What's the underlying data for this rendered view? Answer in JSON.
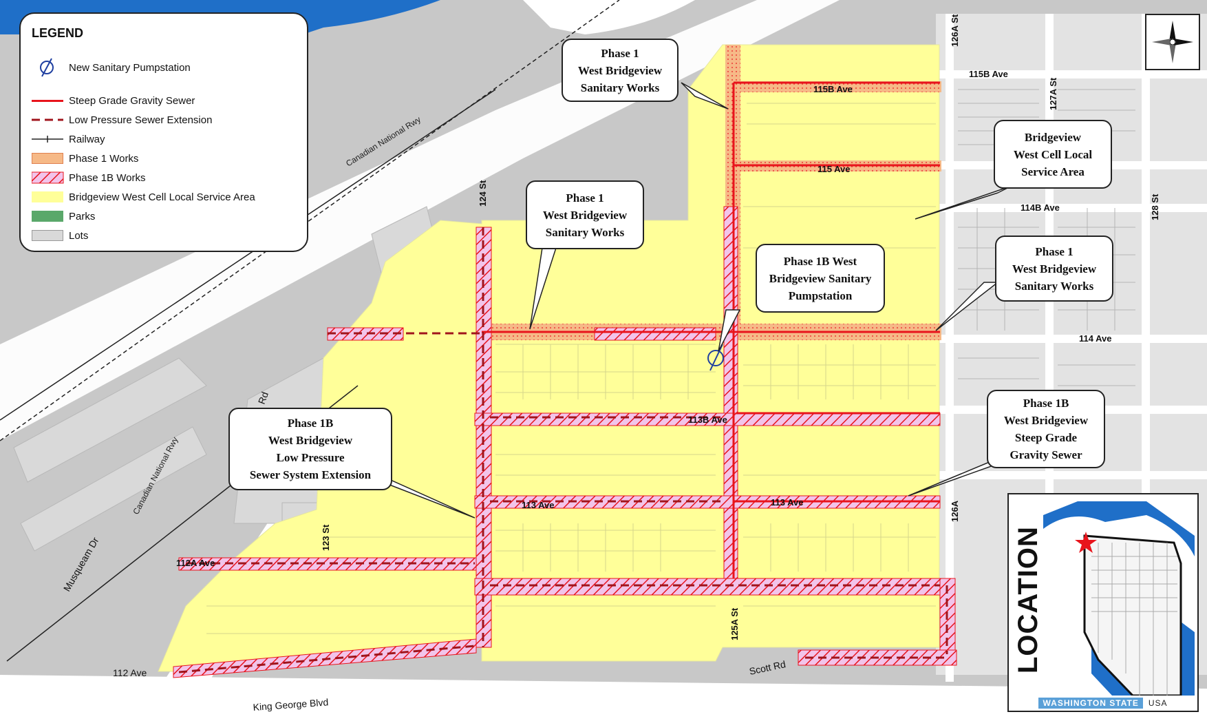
{
  "legend": {
    "title": "LEGEND",
    "items": [
      {
        "label": "New Sanitary Pumpstation",
        "symbol": "pumpstation-icon"
      },
      {
        "label": "Steep Grade Gravity Sewer",
        "symbol": "solid-red-line"
      },
      {
        "label": "Low Pressure Sewer Extension",
        "symbol": "dashed-red-line"
      },
      {
        "label": "Railway",
        "symbol": "railway-line"
      },
      {
        "label": "Phase 1 Works",
        "symbol": "orange-swatch"
      },
      {
        "label": "Phase 1B Works",
        "symbol": "hatched-pink-swatch"
      },
      {
        "label": "Bridgeview West Cell Local Service Area",
        "symbol": "yellow-swatch"
      },
      {
        "label": "Parks",
        "symbol": "green-swatch"
      },
      {
        "label": "Lots",
        "symbol": "gray-swatch"
      }
    ]
  },
  "callouts": {
    "phase1_top": [
      "Phase 1",
      "West Bridgeview",
      "Sanitary Works"
    ],
    "phase1_mid": [
      "Phase 1",
      "West Bridgeview",
      "Sanitary Works"
    ],
    "phase1_right": [
      "Phase 1",
      "West Bridgeview",
      "Sanitary Works"
    ],
    "service_area": [
      "Bridgeview",
      "West Cell Local",
      "Service Area"
    ],
    "pumpstation": [
      "Phase 1B West",
      "Bridgeview Sanitary",
      "Pumpstation"
    ],
    "phase1b_low": [
      "Phase 1B",
      "West Bridgeview",
      "Low Pressure",
      "Sewer System Extension"
    ],
    "phase1b_steep": [
      "Phase 1B",
      "West Bridgeview",
      "Steep Grade",
      "Gravity Sewer"
    ]
  },
  "streets": {
    "s126a_top": "126A St",
    "s115b_right": "115B Ave",
    "s127a": "127A St",
    "s115b": "115B Ave",
    "s115": "115 Ave",
    "s114b": "114B Ave",
    "s128": "128 St",
    "s124": "124 St",
    "s114": "114 Ave",
    "s113b": "113B Ave",
    "s113_left": "113 Ave",
    "s113_right": "113 Ave",
    "s126a_bottom": "126A",
    "s123": "123 St",
    "s112a": "112A Ave",
    "s125a": "125A St",
    "s112": "112 Ave",
    "scott": "Scott Rd",
    "king_george": "King George Blvd",
    "musqueam": "Musqueam Dr",
    "rd": "Rd",
    "cn_top": "Canadian National Rwy",
    "cn_mid": "Canadian National Rwy"
  },
  "inset": {
    "title": "LOCATION",
    "state": "WASHINGTON STATE",
    "country": "USA"
  },
  "colors": {
    "background_gray": "#c8c8c8",
    "street": "#ffffff",
    "service_area_yellow": "#ffff99",
    "phase1_orange": "#f6b987",
    "phase1b_pink": "#f2c4ea",
    "sewer_red": "#e8141c",
    "water_blue": "#1f6fc8",
    "park_green": "#5aa86a",
    "lot_gray": "#d9d9d9"
  },
  "compass": {
    "symbol": "north-arrow-icon"
  }
}
